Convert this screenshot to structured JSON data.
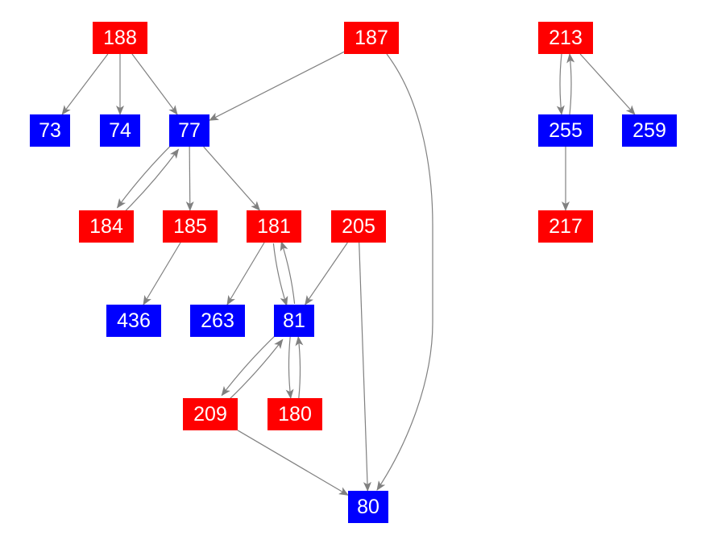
{
  "colors": {
    "red": "#ff0000",
    "blue": "#0000ff",
    "edge": "#808080"
  },
  "nodes": [
    {
      "id": "188",
      "color": "red"
    },
    {
      "id": "187",
      "color": "red"
    },
    {
      "id": "213",
      "color": "red"
    },
    {
      "id": "73",
      "color": "blue"
    },
    {
      "id": "74",
      "color": "blue"
    },
    {
      "id": "77",
      "color": "blue"
    },
    {
      "id": "255",
      "color": "blue"
    },
    {
      "id": "259",
      "color": "blue"
    },
    {
      "id": "184",
      "color": "red"
    },
    {
      "id": "185",
      "color": "red"
    },
    {
      "id": "181",
      "color": "red"
    },
    {
      "id": "205",
      "color": "red"
    },
    {
      "id": "217",
      "color": "red"
    },
    {
      "id": "436",
      "color": "blue"
    },
    {
      "id": "263",
      "color": "blue"
    },
    {
      "id": "81",
      "color": "blue"
    },
    {
      "id": "209",
      "color": "red"
    },
    {
      "id": "180",
      "color": "red"
    },
    {
      "id": "80",
      "color": "blue"
    }
  ],
  "edges": [
    [
      "188",
      "73"
    ],
    [
      "188",
      "74"
    ],
    [
      "188",
      "77"
    ],
    [
      "187",
      "77"
    ],
    [
      "187",
      "80"
    ],
    [
      "77",
      "184"
    ],
    [
      "184",
      "77"
    ],
    [
      "77",
      "185"
    ],
    [
      "77",
      "181"
    ],
    [
      "185",
      "436"
    ],
    [
      "181",
      "263"
    ],
    [
      "181",
      "81"
    ],
    [
      "81",
      "181"
    ],
    [
      "205",
      "81"
    ],
    [
      "205",
      "80"
    ],
    [
      "81",
      "209"
    ],
    [
      "209",
      "81"
    ],
    [
      "81",
      "180"
    ],
    [
      "180",
      "81"
    ],
    [
      "209",
      "80"
    ],
    [
      "213",
      "255"
    ],
    [
      "255",
      "213"
    ],
    [
      "213",
      "259"
    ],
    [
      "255",
      "217"
    ]
  ]
}
